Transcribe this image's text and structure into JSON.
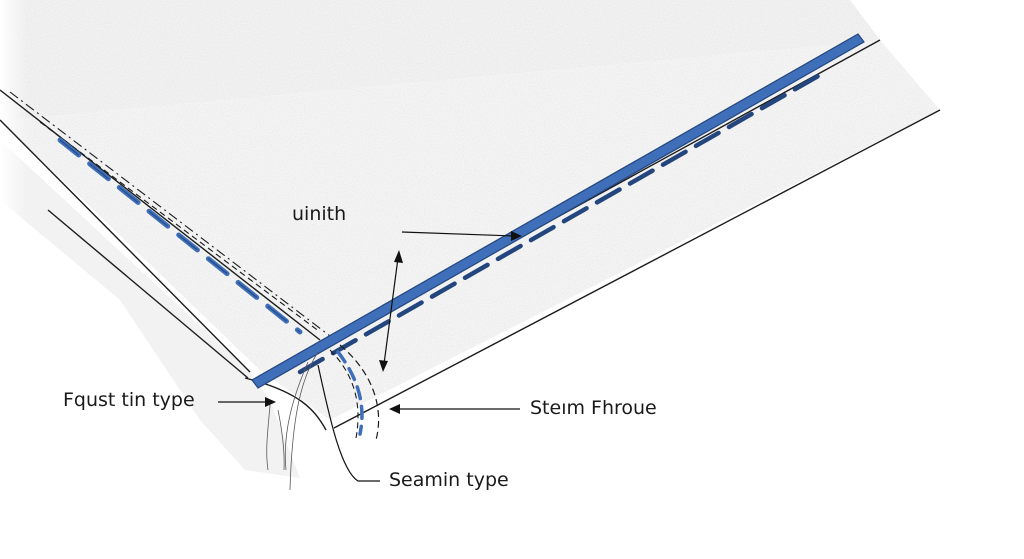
{
  "labels": {
    "top_label": "uinith",
    "left_label": "Fqust tin type",
    "right_label": "Steım Fhroue",
    "bottom_label": "Seamin type"
  },
  "colors": {
    "seam_blue": "#3f6fb8",
    "seam_blue_dark": "#23467e",
    "ink": "#1c1c1c",
    "paper": "#f4f4f4"
  }
}
